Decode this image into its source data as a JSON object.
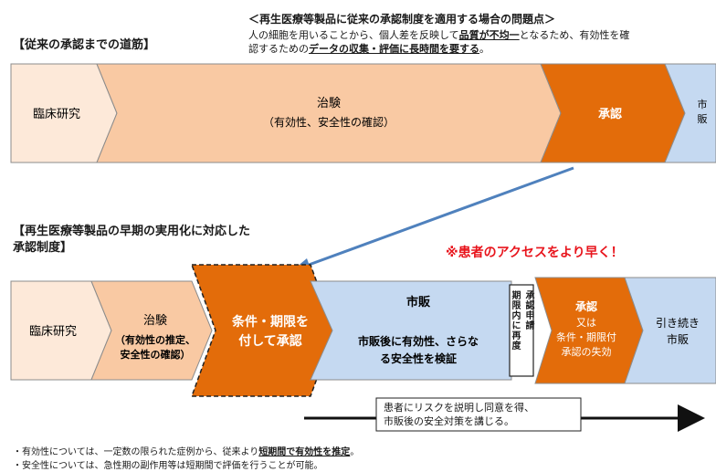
{
  "conventional": {
    "title": "【従来の承認までの道筋】",
    "problem": {
      "title": "＜再生医療等製品に従来の承認制度を適用する場合の問題点＞",
      "line1_a": "人の細胞を用いることから、個人差を反映して",
      "line1_b": "品質が不均一",
      "line1_c": "となるため、有効性を確",
      "line2_a": "認するための",
      "line2_b": "データの収集・評価に長時間を要する",
      "line2_c": "。"
    },
    "steps": [
      {
        "label": "臨床研究"
      },
      {
        "label": "治験",
        "sub": "（有効性、安全性の確認）"
      },
      {
        "label": "承認"
      },
      {
        "label1": "市",
        "label2": "販"
      }
    ]
  },
  "new_system": {
    "title_line1": "【再生医療等製品の早期の実用化に対応した",
    "title_line2": "承認制度】",
    "access_note": "※患者のアクセスをより早く！",
    "steps": [
      {
        "label": "臨床研究"
      },
      {
        "label": "治験",
        "sub1": "（有効性の推定、",
        "sub2": "安全性の確認）"
      },
      {
        "label1": "条件・期限を",
        "label2": "付して承認"
      },
      {
        "label": "市販",
        "sub1": "市販後に有効性、さらな",
        "sub2": "る安全性を検証"
      },
      {
        "vertical": [
          "期限内に再度",
          "承認申請"
        ]
      },
      {
        "label": "承認",
        "sub1": "又は",
        "sub2": "条件・期限付",
        "sub3": "承認の失効"
      },
      {
        "label1": "引き続き",
        "label2": "市販"
      }
    ],
    "risk_box": {
      "line1": "患者にリスクを説明し同意を得、",
      "line2": "市販後の安全対策を講じる。"
    }
  },
  "footnotes": {
    "line1_a": "・有効性については、一定数の限られた症例から、従来より",
    "line1_b": "短期間で有効性を推定",
    "line1_c": "。",
    "line2": "・安全性については、急性期の副作用等は短期間で評価を行うことが可能。"
  },
  "colors": {
    "peach_light": "#fde9d9",
    "peach": "#f9c9a3",
    "orange": "#e36c0a",
    "blue_light": "#c5d9f1",
    "blue_arrow": "#4f81bd",
    "red": "#e8141c"
  }
}
